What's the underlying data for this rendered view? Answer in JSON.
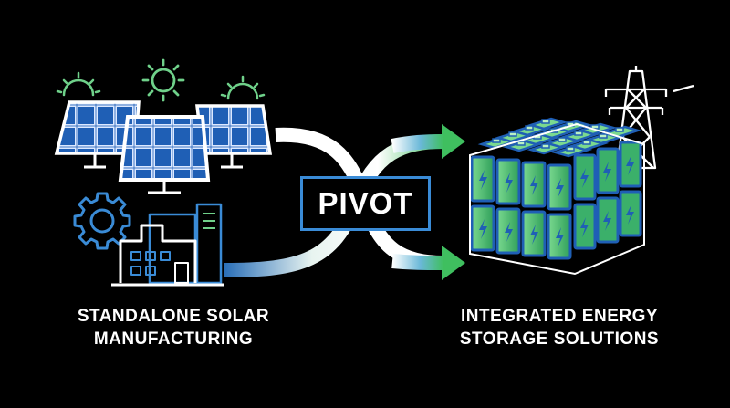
{
  "left": {
    "caption_line1": "STANDALONE SOLAR",
    "caption_line2": "MANUFACTURING"
  },
  "center": {
    "label": "PIVOT"
  },
  "right": {
    "caption_line1": "INTEGRATED ENERGY",
    "caption_line2": "STORAGE SOLUTIONS"
  },
  "colors": {
    "background": "#000000",
    "panel_blue": "#1f5fb5",
    "battery_green": "#6fd18a",
    "accent_green": "#3fbf5f",
    "arrow_white": "#ffffff",
    "box_border": "#3a8bd6"
  }
}
